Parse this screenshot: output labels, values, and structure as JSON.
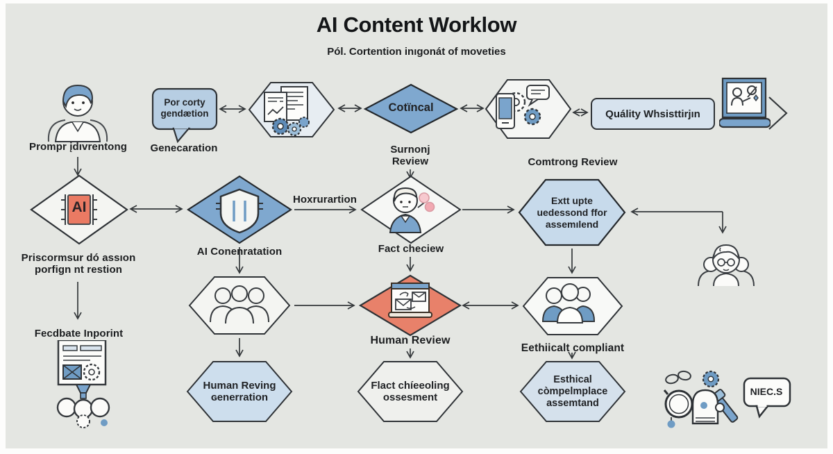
{
  "header": {
    "title": "AI Content Worklow",
    "subtitle": "Pól. Cortention inıgonát of moveties"
  },
  "colors": {
    "frame": "#fdfdfc",
    "background": "#e4e6e2",
    "outline": "#2e3236",
    "steel_blue": "#7fa8cf",
    "light_blue": "#c7daeb",
    "pale_blue": "#d7e3ee",
    "bubble_blue": "#b7cee3",
    "salmon_diamond": "#e8816a",
    "chip_red": "#ea7a63",
    "label_text": "#1b1d1f"
  },
  "flow": {
    "prompt": {
      "label": "Prompr įdıvrentong"
    },
    "generation": {
      "bubble_text": "Por corty gendætion",
      "label": "Genecaration"
    },
    "critical": {
      "text": "Cotïncal",
      "label1": "Surnonj",
      "label2": "Review"
    },
    "content_review": {
      "label": "Comtrong Review"
    },
    "quality": {
      "text": "Quálity Whsisttirjın"
    },
    "ai_chip": {
      "text": "AI",
      "label1": "Priscormsur dó assıon",
      "label2": "porfign nt restion"
    },
    "ai_generation": {
      "label": "AI Conenratation"
    },
    "hox": {
      "label": "Hoxrurartion"
    },
    "fact": {
      "label": "Fact checiew"
    },
    "assessment": {
      "line1": "Extt upte",
      "line2": "uedessond ffor",
      "line3": "assemılend"
    },
    "feedback": {
      "label": "Fecdbate Inporint"
    },
    "human_review": {
      "label": "Human Review"
    },
    "ethics": {
      "label": "Eethiicalt compliant"
    },
    "human_reving": {
      "line1": "Human Reving",
      "line2": "ɢenerration"
    },
    "fact_checking": {
      "line1": "Flact chíeeoling",
      "line2": "ossesment"
    },
    "ethical_compliance": {
      "line1": "Esthical",
      "line2": "còmpelmplace",
      "line3": "assemtand"
    },
    "niecs": {
      "text": "NIEC.S"
    }
  },
  "icons": [
    "user-icon",
    "chat-bubble-icon",
    "documents-gears-icon",
    "device-gears-icon",
    "monitor-presentation-icon",
    "chevron-right-icon",
    "ai-chip-icon",
    "shield-icon",
    "reviewer-icon",
    "team-outline-icon",
    "mail-monitor-icon",
    "compliance-team-icon",
    "grandma-icon",
    "feedback-system-icon",
    "robot-audit-icon",
    "speech-bubble-icon"
  ]
}
